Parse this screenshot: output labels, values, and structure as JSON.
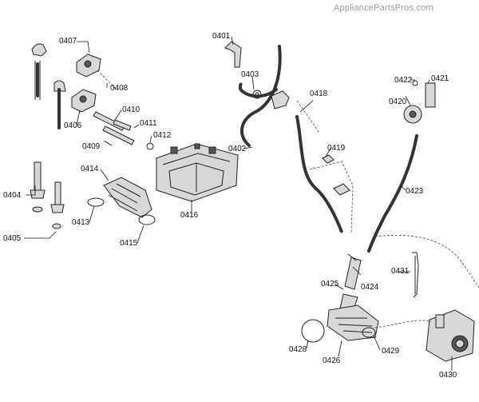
{
  "watermark": "AppliancePartsPros.com",
  "callouts": {
    "p0401": "0401",
    "p0402": "0402",
    "p0403": "0403",
    "p0404": "0404",
    "p0405": "0405",
    "p0406": "0406",
    "p0407": "0407",
    "p0408": "0408",
    "p0409": "0409",
    "p0410": "0410",
    "p0411": "0411",
    "p0412": "0412",
    "p0413": "0413",
    "p0414": "0414",
    "p0415": "0415",
    "p0416": "0416",
    "p0418": "0418",
    "p0419": "0419",
    "p0420": "0420",
    "p0421": "0421",
    "p0422": "0422",
    "p0423": "0423",
    "p0424": "0424",
    "p0425": "0425",
    "p0426": "0426",
    "p0428": "0428",
    "p0429": "0429",
    "p0430": "0430",
    "p0431": "0431"
  }
}
